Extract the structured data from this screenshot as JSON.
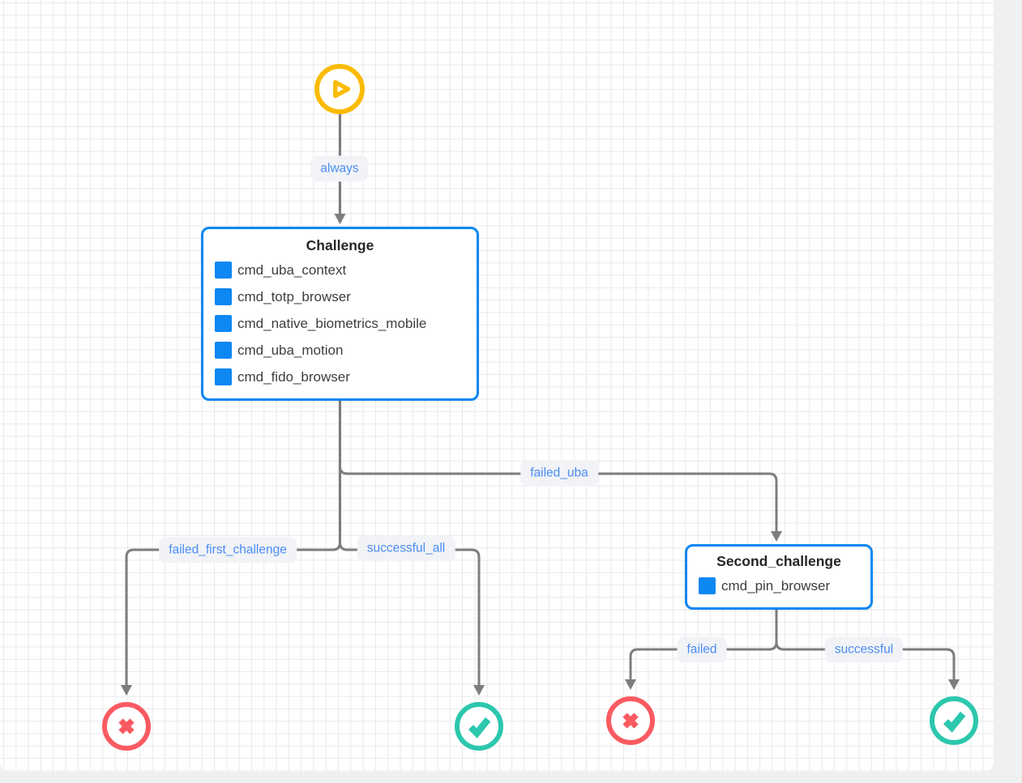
{
  "diagram": {
    "colors": {
      "node_border": "#0d87f2",
      "command_icon": "#0d87f2",
      "edge": "#7d7d7d",
      "edge_label_text": "#4a8df5",
      "edge_label_bg": "#f2f3f6",
      "start_node": "#fbbb05",
      "failure_node": "#fb5a61",
      "success_node": "#2cc7ad",
      "grid_line": "#e9e9ee",
      "canvas_bg": "#ffffff"
    },
    "start": {
      "icon": "play-icon"
    },
    "nodes": {
      "challenge": {
        "title": "Challenge",
        "items": [
          "cmd_uba_context",
          "cmd_totp_browser",
          "cmd_native_biometrics_mobile",
          "cmd_uba_motion",
          "cmd_fido_browser"
        ]
      },
      "second_challenge": {
        "title": "Second_challenge",
        "items": [
          "cmd_pin_browser"
        ]
      }
    },
    "edge_labels": {
      "always": "always",
      "failed_uba": "failed_uba",
      "failed_first_challenge": "failed_first_challenge",
      "successful_all": "successful_all",
      "failed": "failed",
      "successful": "successful"
    },
    "ends": {
      "failed_first_challenge": {
        "icon": "x-icon"
      },
      "successful_all": {
        "icon": "check-icon"
      },
      "failed_second": {
        "icon": "x-icon"
      },
      "successful_second": {
        "icon": "check-icon"
      }
    }
  }
}
